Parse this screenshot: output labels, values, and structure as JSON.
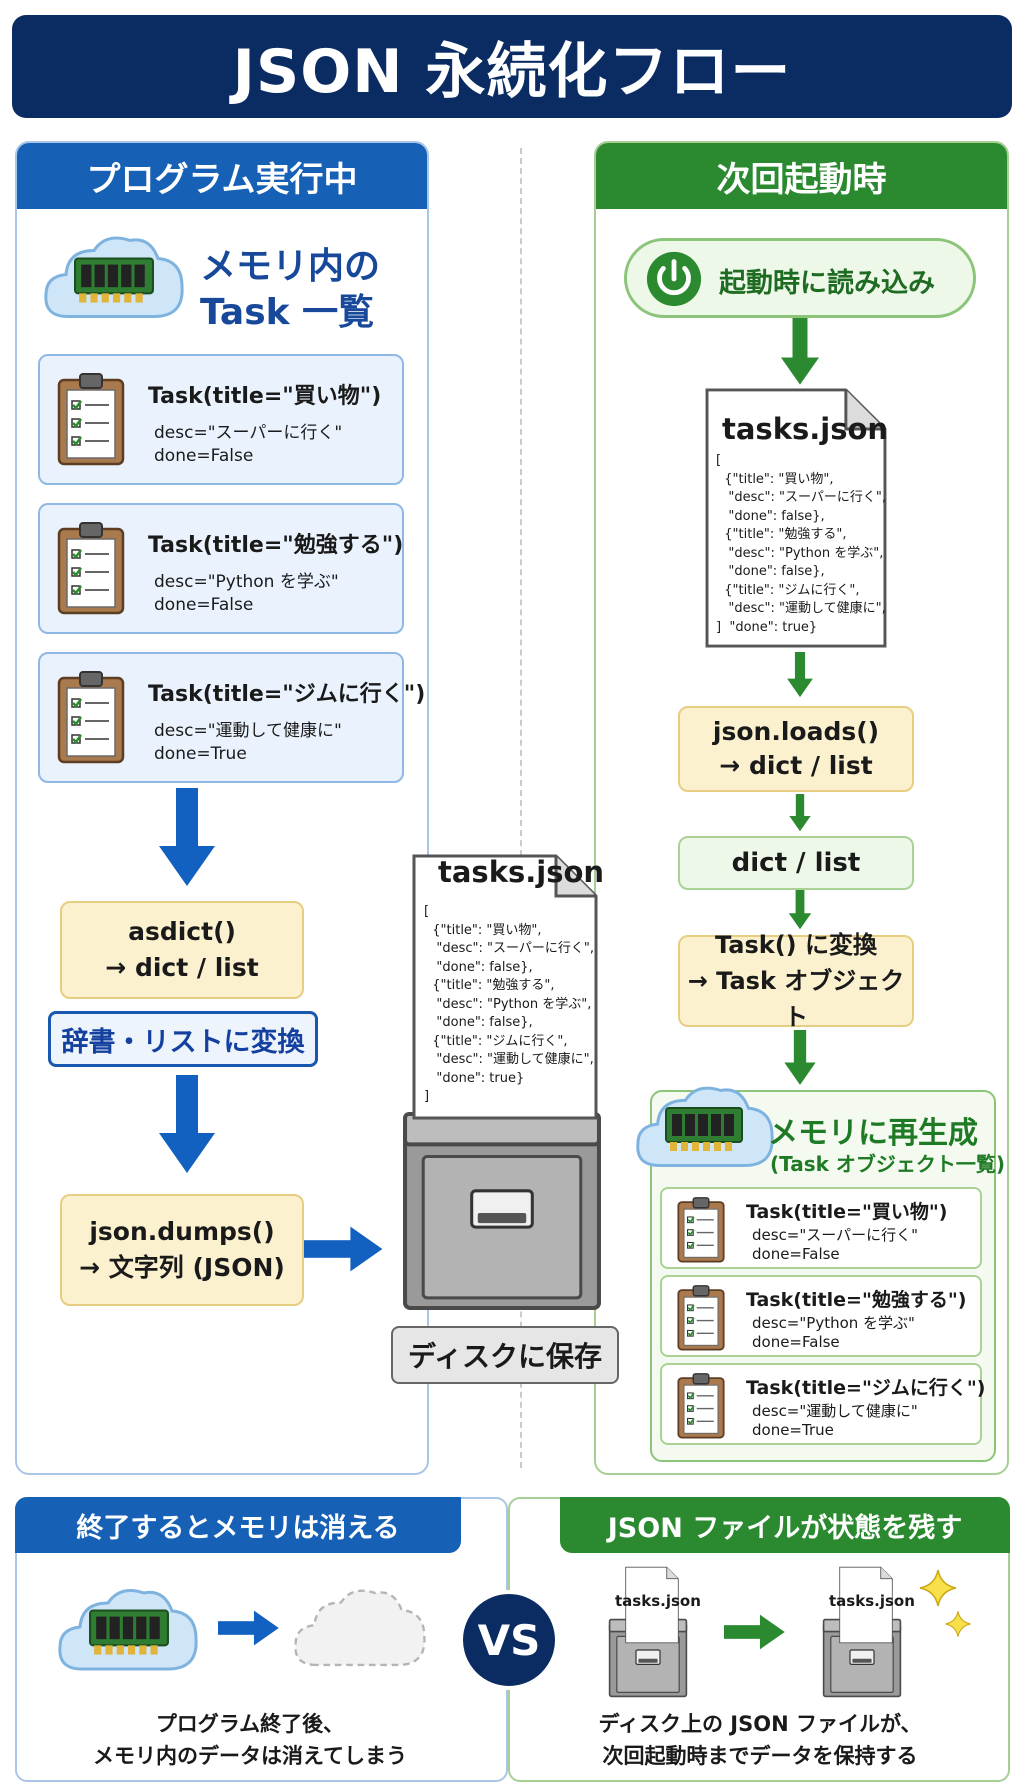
{
  "title": "JSON 永続化フロー",
  "colors": {
    "navy": "#0b2c63",
    "blue": "#1660b5",
    "green": "#2b8a2f",
    "yellow": "#fcf1cf"
  },
  "left": {
    "header": "プログラム実行中",
    "memory_title_line1": "メモリ内の",
    "memory_title_line2": "Task 一覧",
    "tasks": [
      {
        "title": "Task(title=\"買い物\")",
        "desc": "desc=\"スーパーに行く\"",
        "done": "done=False"
      },
      {
        "title": "Task(title=\"勉強する\")",
        "desc": "desc=\"Python を学ぶ\"",
        "done": "done=False"
      },
      {
        "title": "Task(title=\"ジムに行く\")",
        "desc": "desc=\"運動して健康に\"",
        "done": "done=True"
      }
    ],
    "asdict_line1": "asdict()",
    "asdict_line2": "→ dict / list",
    "convert_label": "辞書・リストに変換",
    "dumps_line1": "json.dumps()",
    "dumps_line2": "→ 文字列 (JSON)"
  },
  "center": {
    "doc_title": "tasks.json",
    "doc_lines": [
      "[",
      "  {\"title\": \"買い物\",",
      "   \"desc\": \"スーパーに行く\",",
      "   \"done\": false},",
      "  {\"title\": \"勉強する\",",
      "   \"desc\": \"Python を学ぶ\",",
      "   \"done\": false},",
      "  {\"title\": \"ジムに行く\",",
      "   \"desc\": \"運動して健康に\",",
      "   \"done\": true}",
      "]"
    ],
    "save_label": "ディスクに保存"
  },
  "right": {
    "header": "次回起動時",
    "startup_label": "起動時に読み込み",
    "doc_title": "tasks.json",
    "doc_lines": [
      "[",
      "  {\"title\": \"買い物\",",
      "   \"desc\": \"スーパーに行く\",",
      "   \"done\": false},",
      "  {\"title\": \"勉強する\",",
      "   \"desc\": \"Python を学ぶ\",",
      "   \"done\": false},",
      "  {\"title\": \"ジムに行く\",",
      "   \"desc\": \"運動して健康に\",",
      "]  \"done\": true}"
    ],
    "loads_line1": "json.loads()",
    "loads_line2": "→ dict / list",
    "dict_list": "dict / list",
    "convert_line1": "Task() に変換",
    "convert_line2": "→ Task オブジェクト",
    "regen_title": "メモリに再生成",
    "regen_subtitle": "(Task オブジェクト一覧)",
    "tasks": [
      {
        "title": "Task(title=\"買い物\")",
        "desc": "desc=\"スーパーに行く\"",
        "done": "done=False"
      },
      {
        "title": "Task(title=\"勉強する\")",
        "desc": "desc=\"Python を学ぶ\"",
        "done": "done=False"
      },
      {
        "title": "Task(title=\"ジムに行く\")",
        "desc": "desc=\"運動して健康に\"",
        "done": "done=True"
      }
    ]
  },
  "bottom": {
    "left_header": "終了するとメモリは消える",
    "left_caption_line1": "プログラム終了後、",
    "left_caption_line2": "メモリ内のデータは消えてしまう",
    "vs": "VS",
    "right_header": "JSON ファイルが状態を残す",
    "file_label": "tasks.json",
    "right_caption_line1": "ディスク上の JSON ファイルが、",
    "right_caption_line2": "次回起動時までデータを保持する"
  }
}
